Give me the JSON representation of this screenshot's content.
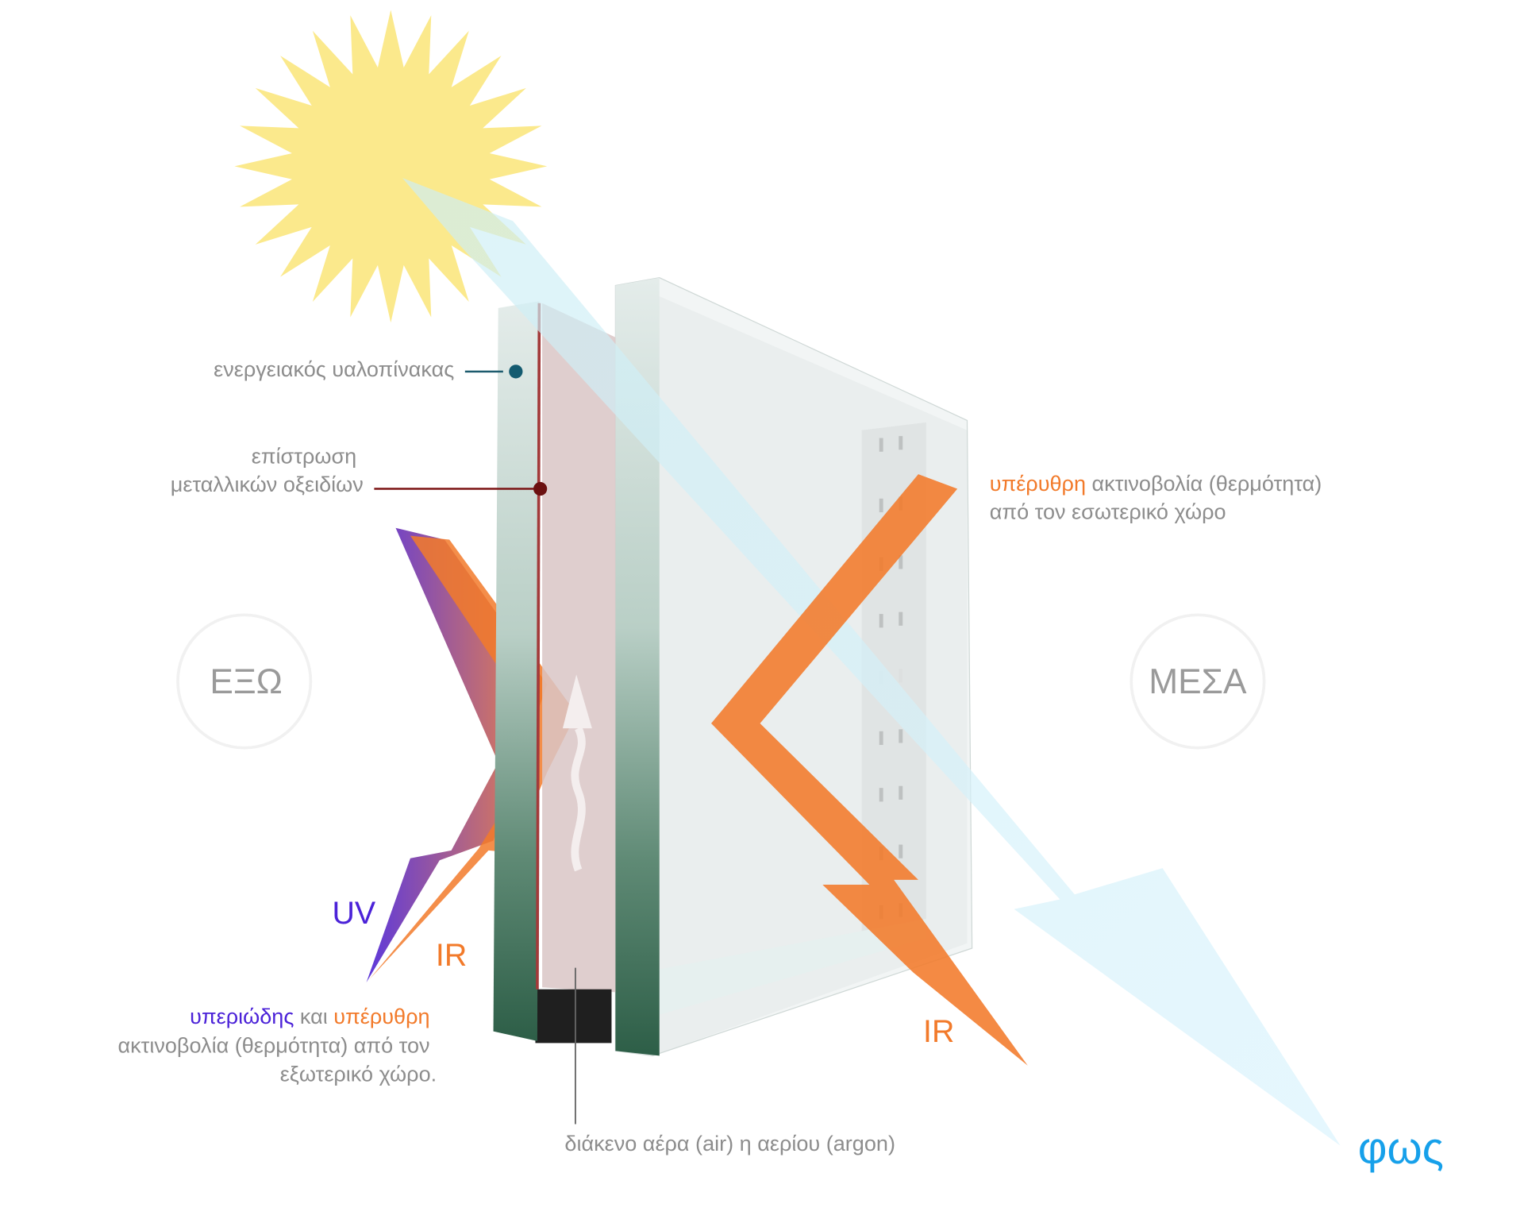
{
  "colors": {
    "sun": "#fbe98c",
    "light": "#bfe9fb",
    "ir": "#f27a2a",
    "uv": "#4b22d8",
    "label": "#8d8d8d",
    "light_label": "#16a0ea",
    "glass_edge": "#3d6e58"
  },
  "zones": {
    "outside": "ΕΞΩ",
    "inside": "ΜΕΣΑ"
  },
  "callouts": {
    "energy_glass": "ενεργειακός υαλοπίνακας",
    "coating_line1": "επίστρωση",
    "coating_line2": "μεταλλικών οξειδίων",
    "gap": "διάκενο αέρα (air) η αερίου (argon)"
  },
  "inner_ir": {
    "highlight": "υπέρυθρη",
    "line1_rest": " ακτινοβολία (θερμότητα)",
    "line2": "από τον εσωτερικό χώρο",
    "arrow_label": "IR"
  },
  "outer_radiation": {
    "uv_label": "UV",
    "ir_label": "IR",
    "uv_word": "υπεριώδης",
    "and_word": " και ",
    "ir_word": "υπέρυθρη",
    "line2": "ακτινοβολία (θερμότητα) από τον",
    "line3": "εξωτερικό χώρο."
  },
  "light_label": "φως"
}
